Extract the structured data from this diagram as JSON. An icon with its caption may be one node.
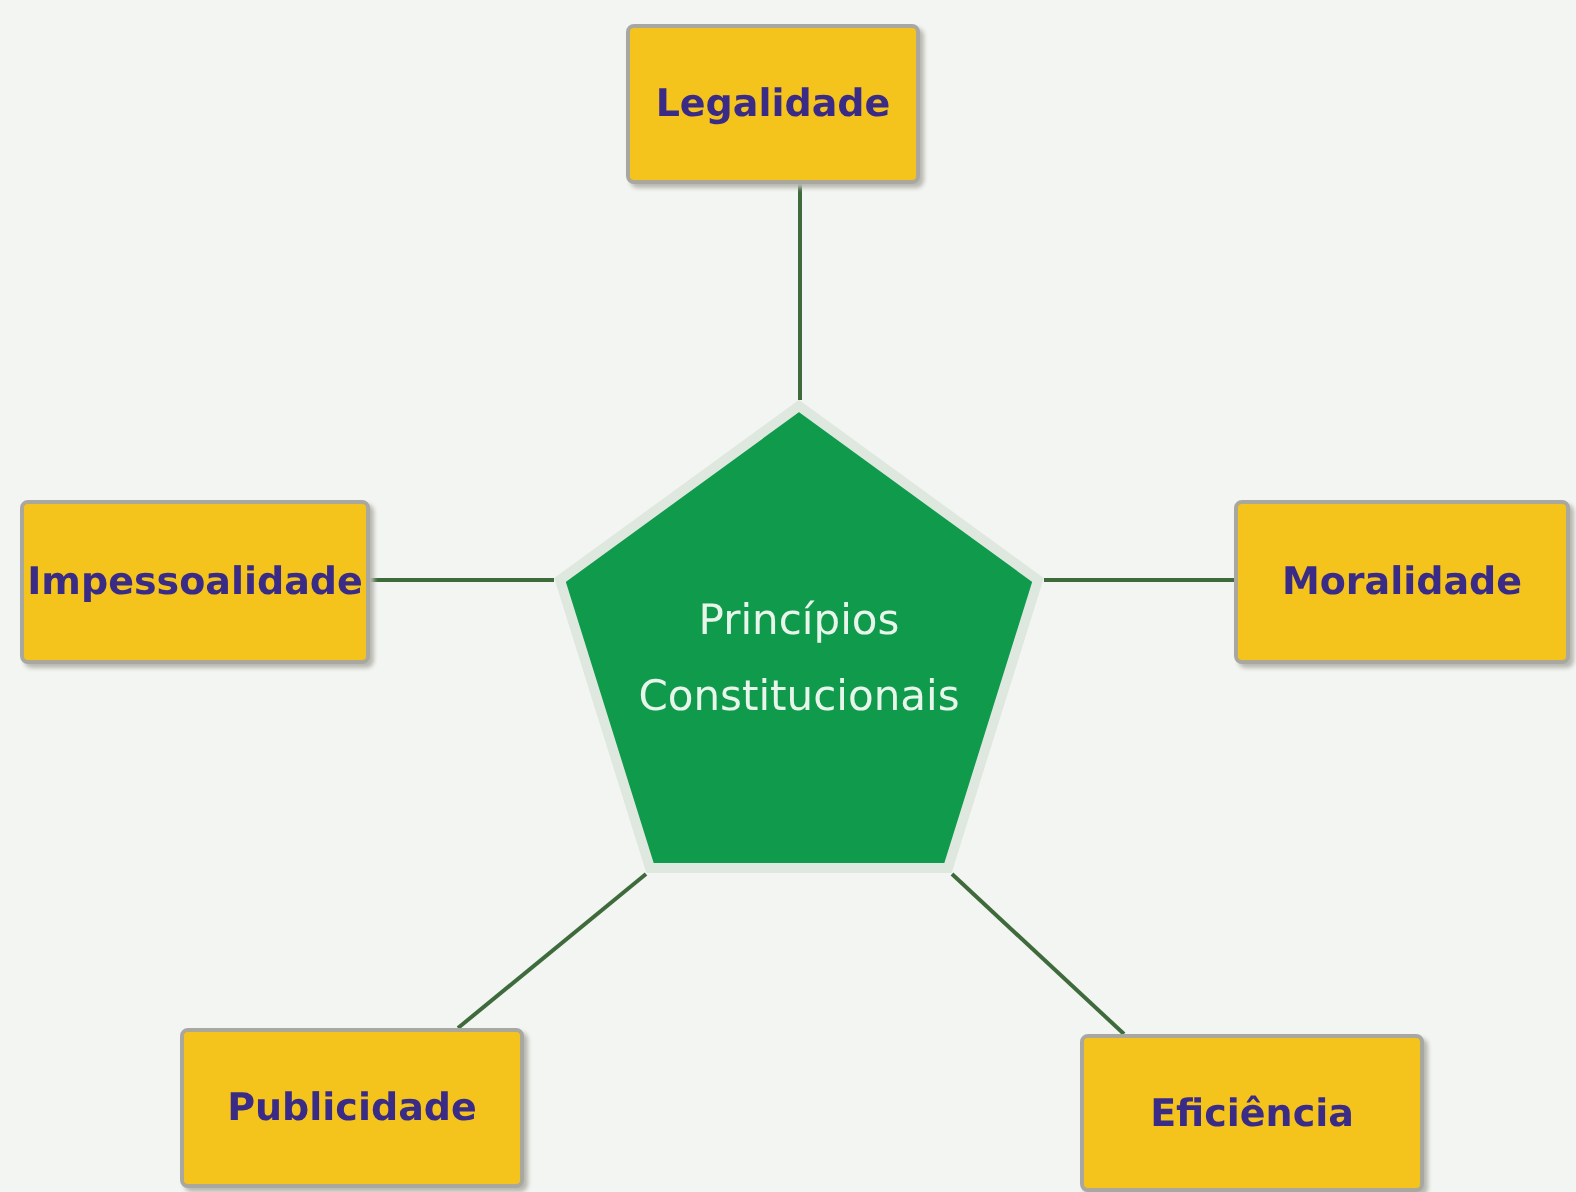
{
  "diagram": {
    "nodes": [
      {
        "text": [
          "Legalidade"
        ]
      },
      {
        "text": [
          "Impessoalidade"
        ]
      },
      {
        "text": [
          "Princípios Constitucionais"
        ]
      },
      {
        "text": [
          "Moralidade"
        ]
      },
      {
        "text": [
          "Publicidade"
        ]
      },
      {
        "text": [
          "Eficiência"
        ]
      }
    ],
    "edges": [
      {
        "from": 2,
        "to": 0,
        "arrow": "none"
      },
      {
        "from": 2,
        "to": 1,
        "arrow": "none"
      },
      {
        "from": 2,
        "to": 3,
        "arrow": "none"
      },
      {
        "from": 2,
        "to": 4,
        "arrow": "none"
      },
      {
        "from": 2,
        "to": 5,
        "arrow": "none"
      }
    ]
  }
}
